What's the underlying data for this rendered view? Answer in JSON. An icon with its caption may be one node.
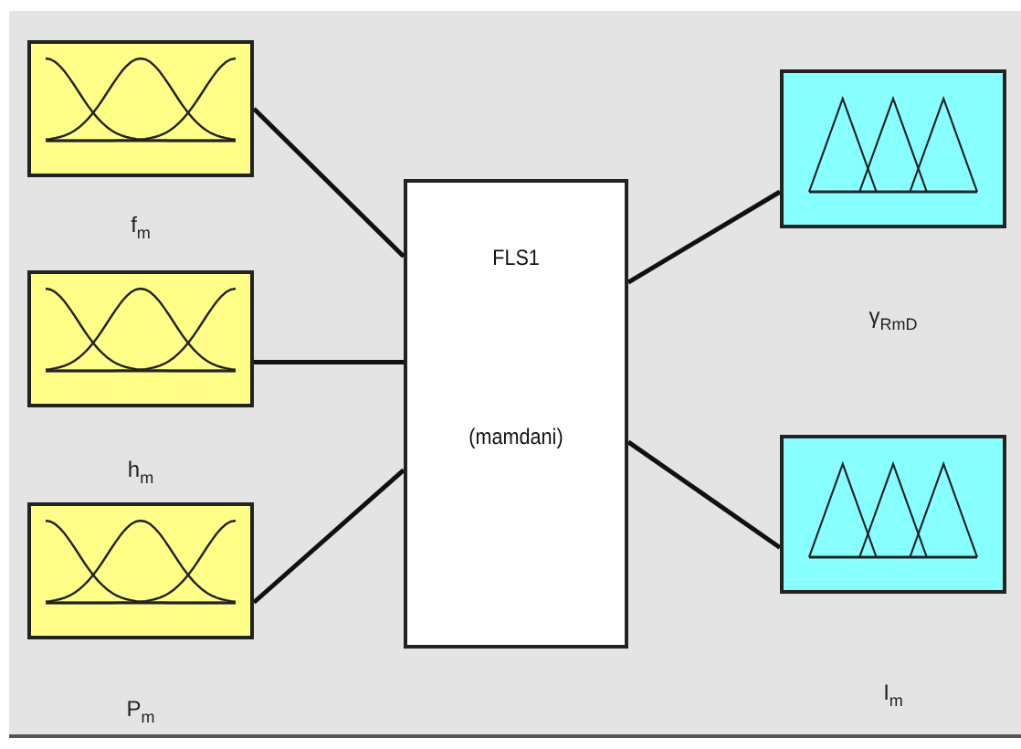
{
  "diagram": {
    "nodes": [
      {
        "text": [
          "f$_{m}$"
        ]
      },
      {
        "text": [
          "h$_{m}$"
        ]
      },
      {
        "text": [
          "P$_{m}$"
        ]
      },
      {
        "text": [
          "FLS1",
          "(mamdani)"
        ]
      },
      {
        "text": [
          "γ$_{RmD}$"
        ]
      },
      {
        "text": [
          "I$_{m}$"
        ]
      }
    ],
    "edges": [
      {
        "from": 0,
        "to": 3,
        "arrow": "none"
      },
      {
        "from": 1,
        "to": 3,
        "arrow": "none"
      },
      {
        "from": 2,
        "to": 3,
        "arrow": "none"
      },
      {
        "from": 3,
        "to": 4,
        "arrow": "none"
      },
      {
        "from": 3,
        "to": 5,
        "arrow": "none"
      }
    ]
  }
}
